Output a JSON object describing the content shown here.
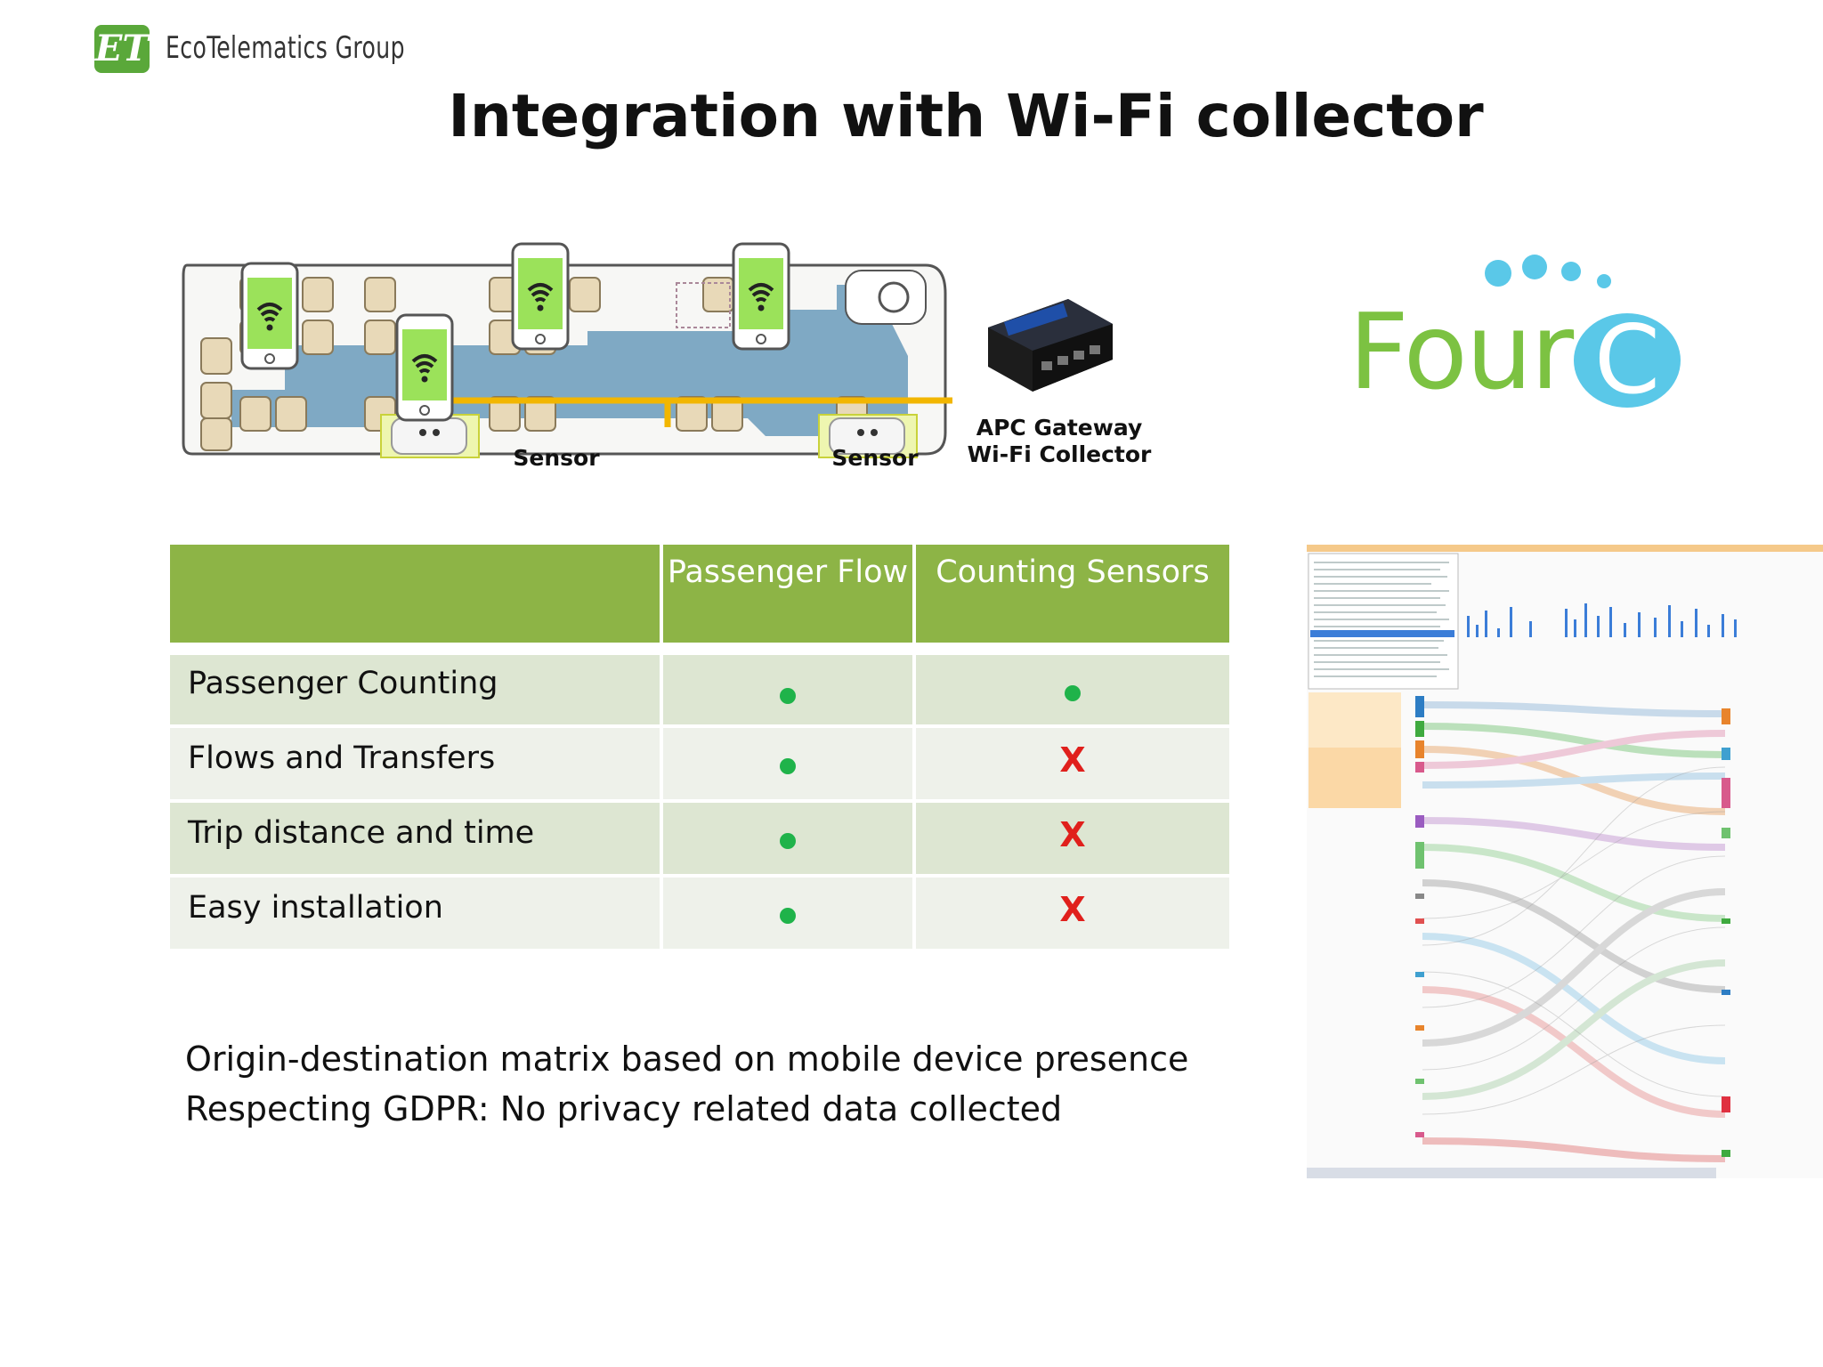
{
  "brand": {
    "logo_glyph": "ET",
    "name": "EcoTelematics Group",
    "color": "#5aa83a"
  },
  "title": "Integration with Wi-Fi collector",
  "diagram": {
    "sensor_left_label": "Sensor",
    "sensor_right_label": "Sensor",
    "gateway_line1": "APC Gateway",
    "gateway_line2": "Wi-Fi Collector",
    "wire_color": "#f2b600",
    "floor_color": "#7fa9c4",
    "phone_screen_color": "#9be25a"
  },
  "partner_logo": {
    "text": "Four",
    "c_letter": "C",
    "text_color": "#7cc242",
    "accent_color": "#5ac8e8"
  },
  "table": {
    "header_color": "#8db446",
    "columns": [
      "",
      "Passenger Flow",
      "Counting Sensors"
    ],
    "rows": [
      {
        "label": "Passenger Counting",
        "passenger_flow": "dot",
        "counting_sensors": "dot"
      },
      {
        "label": "Flows and Transfers",
        "passenger_flow": "dot",
        "counting_sensors": "X"
      },
      {
        "label": "Trip distance and time",
        "passenger_flow": "dot",
        "counting_sensors": "X"
      },
      {
        "label": "Easy installation",
        "passenger_flow": "dot",
        "counting_sensors": "X"
      }
    ]
  },
  "footnotes": [
    "Origin-destination matrix based on mobile device presence",
    "Respecting GDPR: No privacy related data collected"
  ]
}
